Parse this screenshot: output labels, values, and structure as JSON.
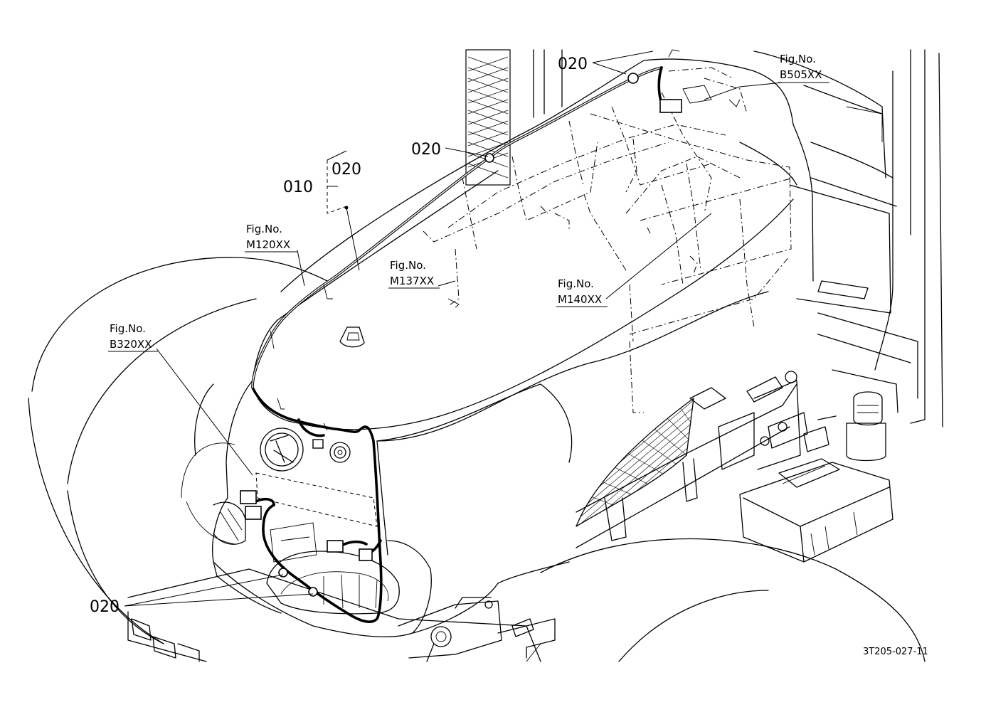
{
  "callouts": {
    "part_010": "010",
    "part_020_top": "020",
    "part_020_mid": "020",
    "part_020_group": "020",
    "part_020_bottom": "020"
  },
  "figure_refs": {
    "b505": {
      "line1": "Fig.No.",
      "line2": "B505XX"
    },
    "m120": {
      "line1": "Fig.No.",
      "line2": "M120XX"
    },
    "m137": {
      "line1": "Fig.No.",
      "line2": "M137XX"
    },
    "m140": {
      "line1": "Fig.No.",
      "line2": "M140XX"
    },
    "b320": {
      "line1": "Fig.No.",
      "line2": "B320XX"
    }
  },
  "drawing_code": "3T205-027-11"
}
